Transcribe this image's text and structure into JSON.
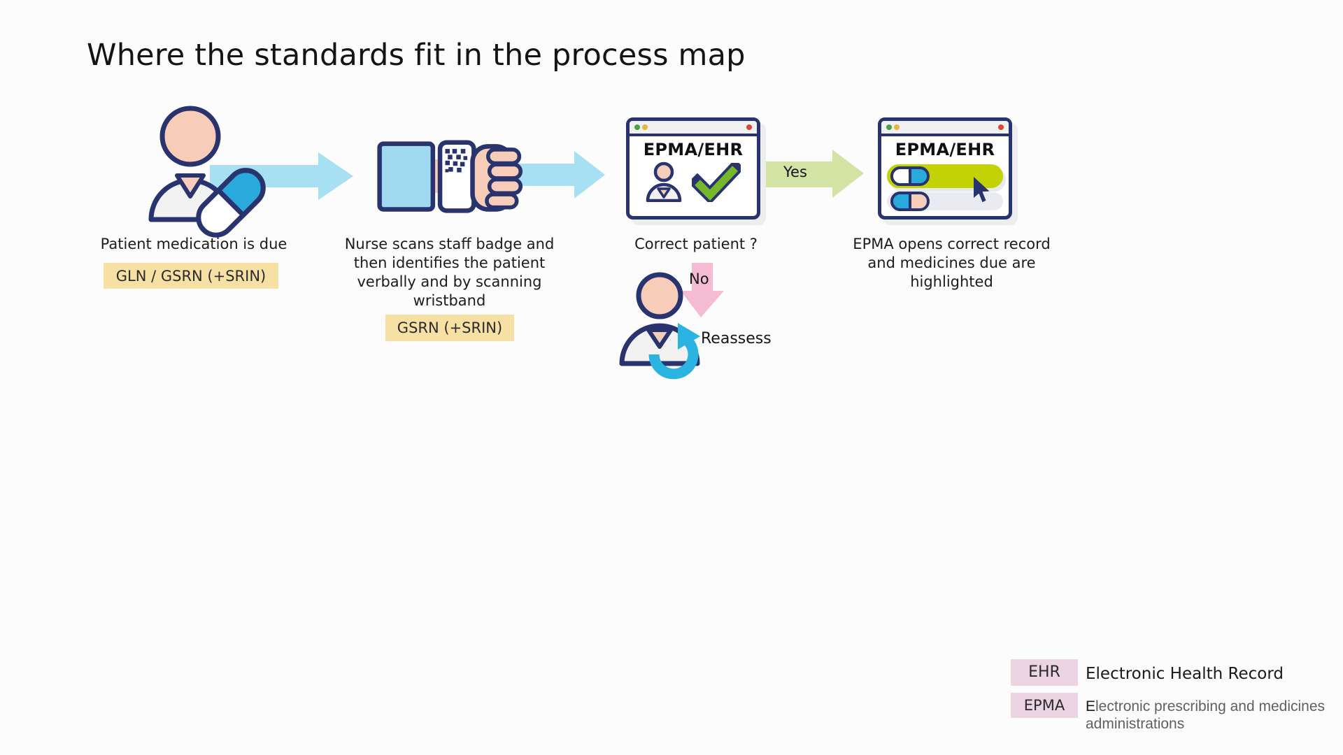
{
  "title": "Where the standards fit in the process map",
  "steps": [
    {
      "caption": "Patient medication is due",
      "badge": "GLN / GSRN (+SRIN)"
    },
    {
      "caption": "Nurse scans staff badge and then identifies the patient verbally and by scanning wristband",
      "badge": "GSRN (+SRIN)"
    },
    {
      "window_title": "EPMA/EHR",
      "caption": "Correct patient ?"
    },
    {
      "window_title": "EPMA/EHR",
      "caption": "EPMA opens correct record and medicines due are highlighted"
    }
  ],
  "decision": {
    "yes": "Yes",
    "no": "No",
    "reassess": "Reassess"
  },
  "legend": [
    {
      "abbr": "EHR",
      "definition": "Electronic Health Record"
    },
    {
      "abbr": "EPMA",
      "definition": "Electronic prescribing and medicines administrations"
    }
  ],
  "colors": {
    "navy": "#29336E",
    "cyan": "#29A9DC",
    "light_cyan": "#A6E0F2",
    "skin": "#F7CDB9",
    "lime": "#C3D204",
    "light_green": "#D3E3A3",
    "pink": "#F5BBD3",
    "legend_pink": "#EBD3E2",
    "badge_yellow": "#F7E0A3"
  }
}
